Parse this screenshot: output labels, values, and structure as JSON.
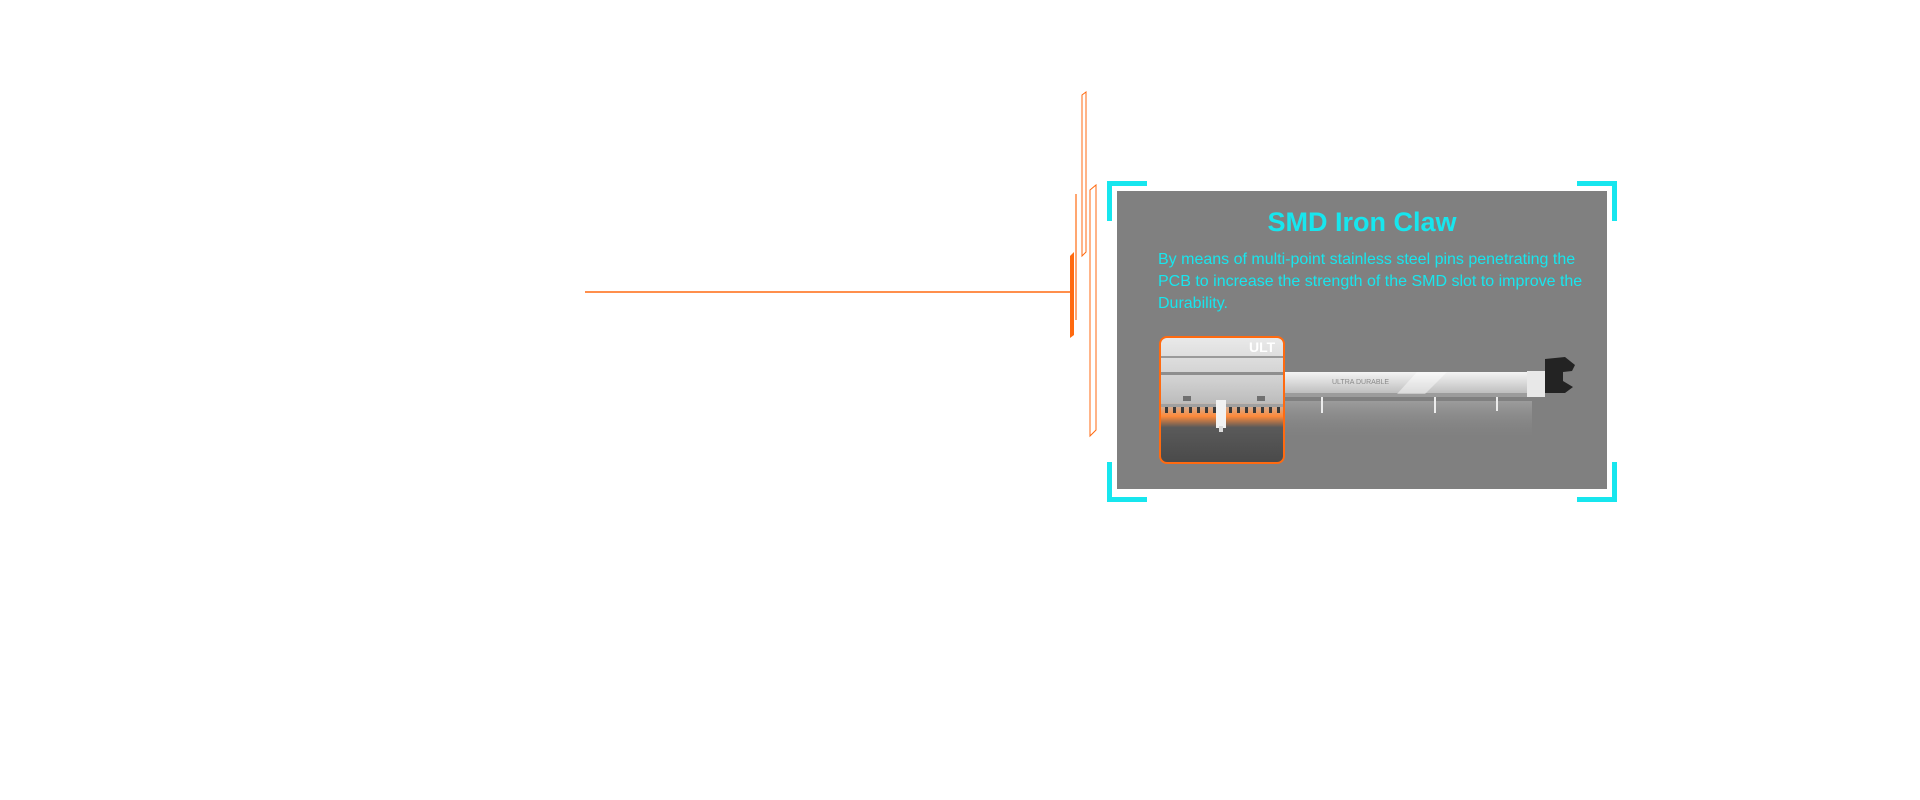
{
  "colors": {
    "accent": "#17e6ee",
    "highlight": "#ff6a10",
    "panel_bg": "#808080",
    "page_bg": "#ffffff"
  },
  "feature": {
    "title": "SMD Iron Claw",
    "description": "By means of multi-point stainless steel pins penetrating the PCB to increase the strength of the SMD slot to improve the Durability."
  },
  "product_image": {
    "slot_brand_text": "ULTRA DURABLE",
    "inset_brand_text": "ULT"
  }
}
